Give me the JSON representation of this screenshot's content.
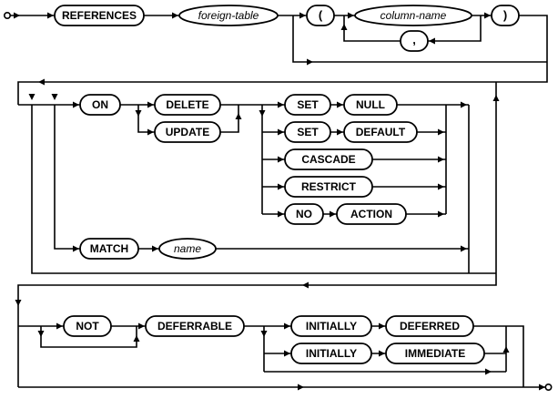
{
  "diagram": {
    "colors": {
      "line": "#000000",
      "background": "#ffffff"
    },
    "terminals": {
      "references": "REFERENCES",
      "lparen": "(",
      "rparen": ")",
      "comma": ",",
      "on": "ON",
      "delete": "DELETE",
      "update": "UPDATE",
      "set": "SET",
      "null": "NULL",
      "default": "DEFAULT",
      "cascade": "CASCADE",
      "restrict": "RESTRICT",
      "no": "NO",
      "action": "ACTION",
      "match": "MATCH",
      "not": "NOT",
      "deferrable": "DEFERRABLE",
      "initially": "INITIALLY",
      "deferred": "DEFERRED",
      "immediate": "IMMEDIATE"
    },
    "nonterminals": {
      "foreign_table": "foreign-table",
      "column_name": "column-name",
      "name": "name"
    }
  }
}
